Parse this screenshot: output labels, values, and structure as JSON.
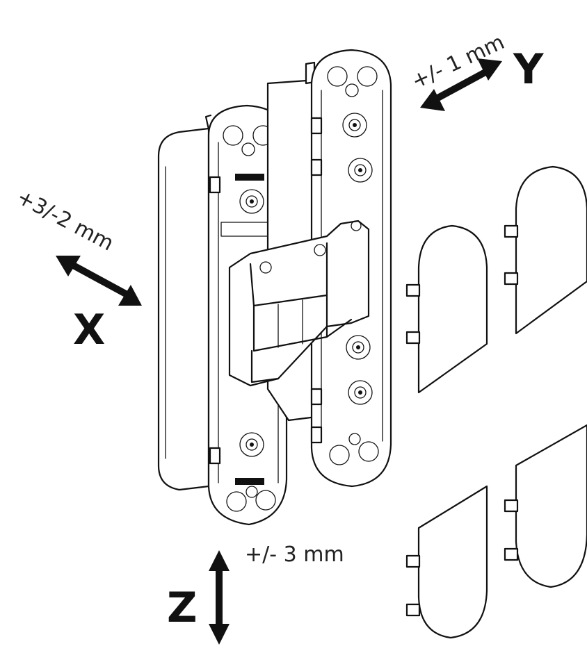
{
  "axes": {
    "x": {
      "letter": "X",
      "adjustment": "+3/-2 mm"
    },
    "y": {
      "letter": "Y",
      "adjustment": "+/- 1 mm"
    },
    "z": {
      "letter": "Z",
      "adjustment": "+/- 3 mm"
    }
  },
  "colors": {
    "ink": "#111111",
    "paper": "#ffffff"
  },
  "icons": {
    "x_arrow": "double-arrow-icon",
    "y_arrow": "double-arrow-icon",
    "z_arrow": "double-arrow-icon"
  }
}
